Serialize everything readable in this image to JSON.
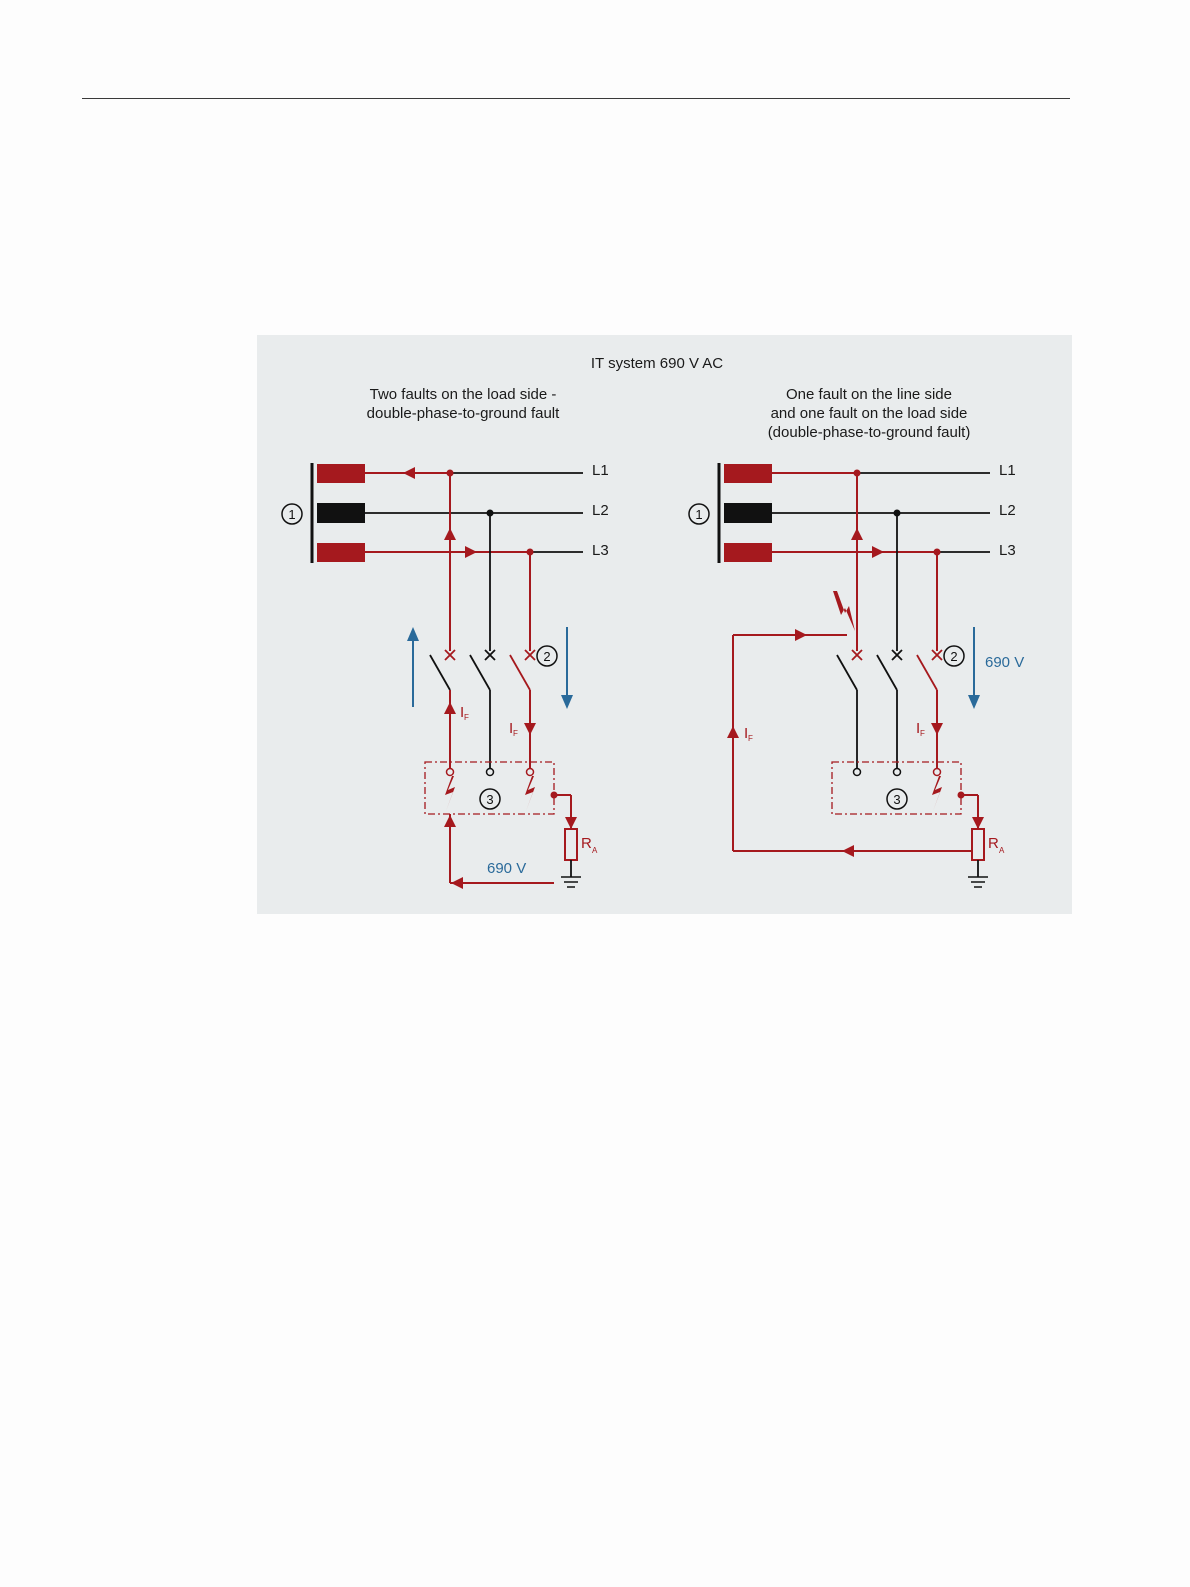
{
  "figure": {
    "title": "IT system 690 V AC",
    "colors": {
      "fault": "#a5191e",
      "neutral": "#111111",
      "voltage": "#2a6a9a",
      "background": "#e9eced"
    },
    "left": {
      "heading_line1": "Two faults on the load side -",
      "heading_line2": "double-phase-to-ground fault",
      "voltage": "690 V"
    },
    "right": {
      "heading_line1": "One fault on the line side",
      "heading_line2": "and one fault on the load side",
      "heading_line3": "(double-phase-to-ground fault)",
      "voltage": "690 V"
    },
    "labels": {
      "l1": "L1",
      "l2": "L2",
      "l3": "L3",
      "marker1": "1",
      "marker2": "2",
      "marker3": "3",
      "fault_current": "I",
      "fault_current_sub": "F",
      "resistor": "R",
      "resistor_sub": "A"
    }
  }
}
